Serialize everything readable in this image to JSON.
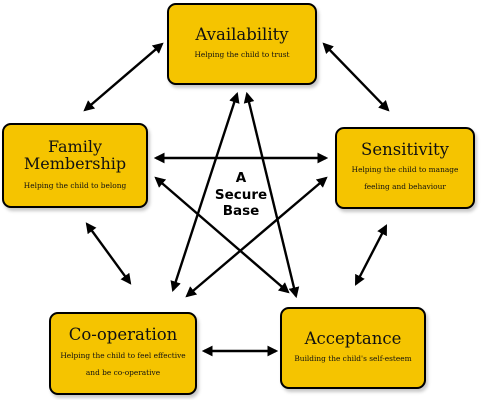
{
  "diagram": {
    "center_label": [
      "A",
      "Secure",
      "Base"
    ],
    "nodes": {
      "availability": {
        "title": "Availability",
        "subtitle": "Helping the child to trust"
      },
      "sensitivity": {
        "title": "Sensitivity",
        "subtitle_lines": [
          "Helping the child to manage",
          "feeling and behaviour"
        ]
      },
      "family": {
        "title_lines": [
          "Family",
          "Membership"
        ],
        "subtitle": "Helping the child to belong"
      },
      "cooperation": {
        "title": "Co-operation",
        "subtitle_lines": [
          "Helping the child to feel effective",
          "and be co-operative"
        ]
      },
      "acceptance": {
        "title": "Acceptance",
        "subtitle": "Building the child's self-esteem"
      }
    },
    "colors": {
      "box_fill": "#f5c400",
      "border": "#000000",
      "arrow": "#000000"
    }
  }
}
